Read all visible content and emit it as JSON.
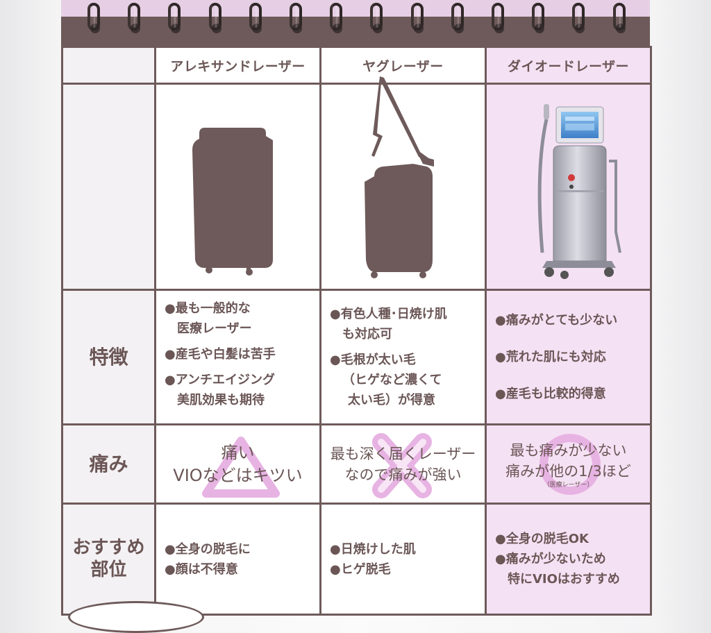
{
  "columns": {
    "alexandrite": "アレキサンドレーザー",
    "yag": "ヤグレーザー",
    "diode": "ダイオードレーザー"
  },
  "rows": {
    "features": "特徴",
    "pain": "痛み",
    "recommended_line1": "おすすめ",
    "recommended_line2": "部位"
  },
  "features": {
    "alexandrite": [
      {
        "l1": "●最も一般的な",
        "l2": "医療レーザー"
      },
      {
        "l1": "●産毛や白髪は苦手",
        "l2": ""
      },
      {
        "l1": "●アンチエイジング",
        "l2": "美肌効果も期待"
      }
    ],
    "yag": [
      {
        "l1": "●有色人種･日焼け肌",
        "l2": "も対応可"
      },
      {
        "l1": "●毛根が太い毛",
        "l2": "（ヒゲなど濃くて"
      },
      {
        "l1": "",
        "l2": "太い毛）が得意"
      }
    ],
    "diode": [
      {
        "l1": "●痛みがとても少ない",
        "l2": ""
      },
      {
        "l1": "●荒れた肌にも対応",
        "l2": ""
      },
      {
        "l1": "●産毛も比較的得意",
        "l2": ""
      }
    ]
  },
  "pain": {
    "alexandrite": {
      "line1": "痛い",
      "line2": "VIOなどはキツい",
      "symbol": "triangle"
    },
    "yag": {
      "line1": "最も深く届くレーザー",
      "line2": "なので痛みが強い",
      "symbol": "cross"
    },
    "diode": {
      "line1": "最も痛みが少ない",
      "line2": "痛みが他の1/3ほど",
      "note": "（医療レーザー）",
      "symbol": "circle"
    }
  },
  "recommended": {
    "alexandrite": [
      "●全身の脱毛に",
      "●顔は不得意"
    ],
    "yag": [
      "●日焼けした肌",
      "●ヒゲ脱毛"
    ],
    "diode": [
      {
        "l1": "●全身の脱毛OK",
        "l2": ""
      },
      {
        "l1": "●痛みが少ないため",
        "l2": "特にVIOはおすすめ"
      }
    ]
  },
  "colors": {
    "frame": "#6e5a5a",
    "text": "#6b5656",
    "diode_bg": "#f5e1f4",
    "symbol_pink": "#e7b3e3",
    "top_strip": "#e6cfe5"
  },
  "images": {
    "alexandrite": "alexandrite-machine-silhouette",
    "yag": "yag-machine-silhouette",
    "diode": "diode-laser-machine"
  }
}
